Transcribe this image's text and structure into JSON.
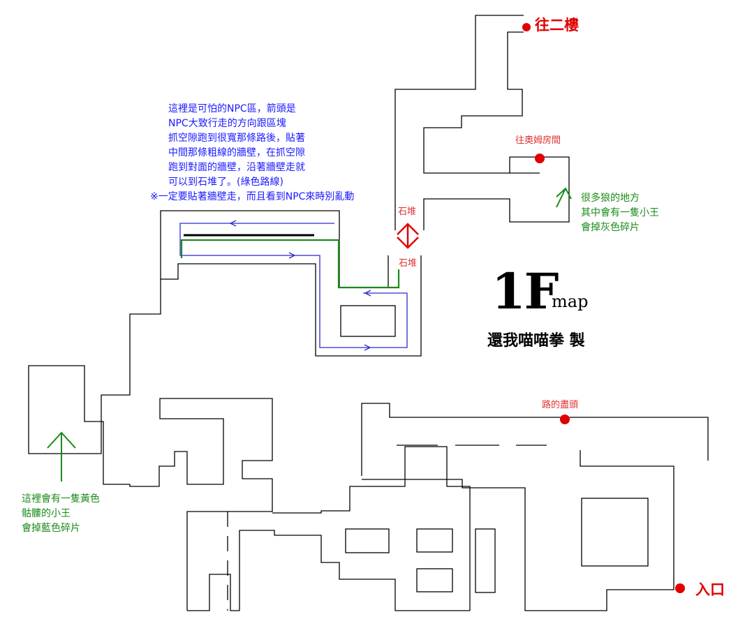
{
  "labels": {
    "to_second_floor": "往二樓",
    "to_oum_room": "往奧姆房間",
    "rock_pile_top": "石堆",
    "rock_pile_bottom": "石堆",
    "road_end": "路的盡頭",
    "entrance": "入口"
  },
  "notes": {
    "npc_area": [
      "這裡是可怕的NPC區，箭頭是",
      "NPC大致行走的方向跟區塊",
      "抓空隙跑到很寬那條路後，貼著",
      "中間那條粗線的牆壁，在抓空隙",
      "跑到對面的牆壁，沿著牆壁走就",
      "可以到石堆了。(綠色路線)",
      "※一定要貼著牆壁走，而且看到NPC來時別亂動"
    ],
    "wolves": [
      "很多狼的地方",
      "其中會有一隻小王",
      "會掉灰色碎片"
    ],
    "skeleton": [
      "這裡會有一隻黃色",
      "骷髏的小王",
      "會掉藍色碎片"
    ]
  },
  "title": {
    "floor": "1F",
    "suffix": "map",
    "author": "還我喵喵拳  製"
  },
  "colors": {
    "wall": "#000000",
    "marker": "#e00000",
    "npc_path": "#2a2ad0",
    "route": "#1a8a1a"
  }
}
